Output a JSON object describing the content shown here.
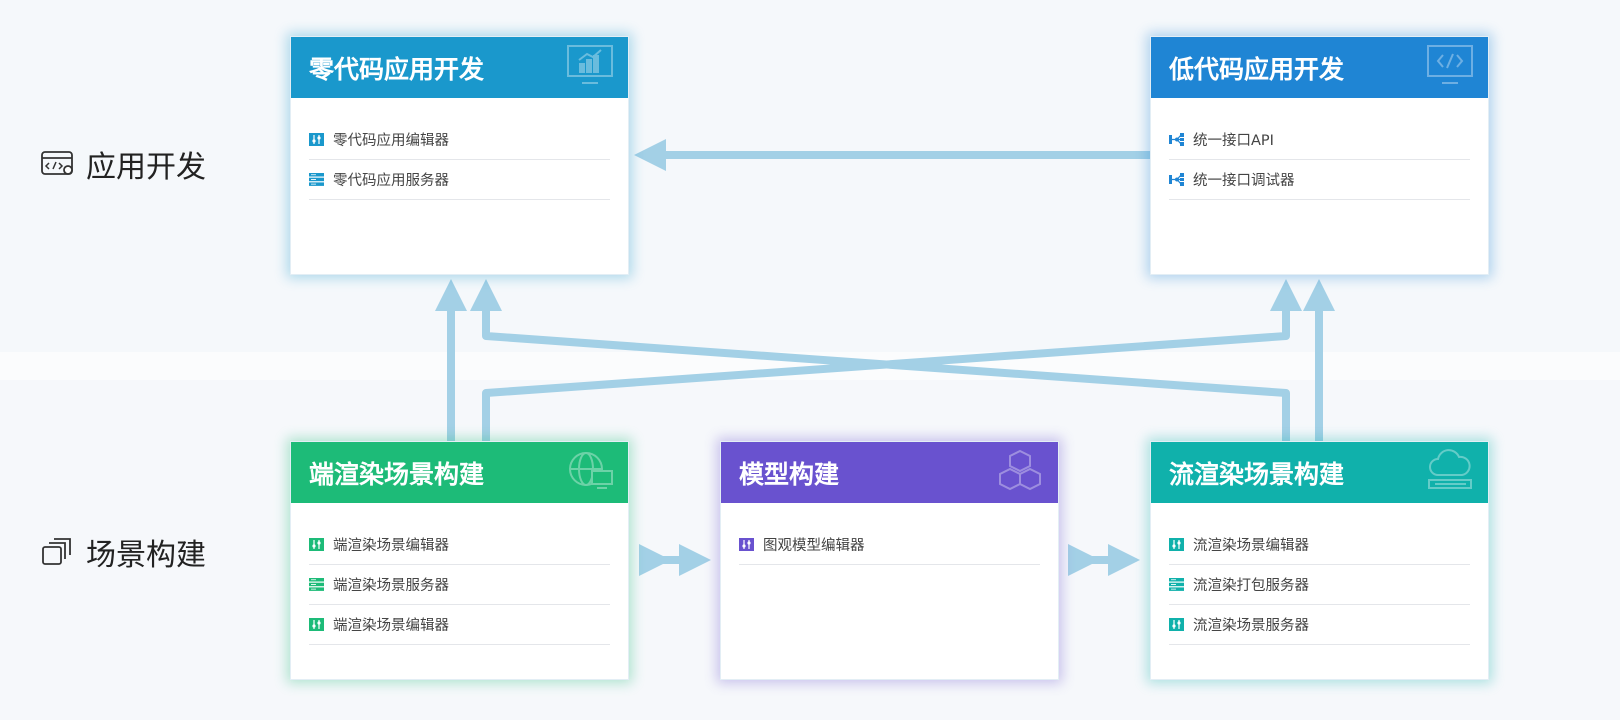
{
  "sections": [
    {
      "label": "应用开发",
      "icon": "code-settings-icon"
    },
    {
      "label": "场景构建",
      "icon": "layers-icon"
    }
  ],
  "cards": {
    "zero_code": {
      "title": "零代码应用开发",
      "color": "#1a98cc",
      "icon": "monitor-chart-icon",
      "items": [
        {
          "label": "零代码应用编辑器",
          "icon": "sliders-icon"
        },
        {
          "label": "零代码应用服务器",
          "icon": "server-icon"
        }
      ]
    },
    "low_code": {
      "title": "低代码应用开发",
      "color": "#1f85d4",
      "icon": "monitor-code-icon",
      "items": [
        {
          "label": "统一接口API",
          "icon": "share-icon"
        },
        {
          "label": "统一接口调试器",
          "icon": "share-icon"
        }
      ]
    },
    "client_render": {
      "title": "端渲染场景构建",
      "color": "#1dbb78",
      "icon": "globe-monitor-icon",
      "items": [
        {
          "label": "端渲染场景编辑器",
          "icon": "sliders-icon"
        },
        {
          "label": "端渲染场景服务器",
          "icon": "server-icon"
        },
        {
          "label": "端渲染场景编辑器",
          "icon": "sliders-icon"
        }
      ]
    },
    "model": {
      "title": "模型构建",
      "color": "#6952cf",
      "icon": "cubes-icon",
      "items": [
        {
          "label": "图观模型编辑器",
          "icon": "sliders-icon"
        }
      ]
    },
    "stream_render": {
      "title": "流渲染场景构建",
      "color": "#10b1ab",
      "icon": "cloud-server-icon",
      "items": [
        {
          "label": "流渲染场景编辑器",
          "icon": "sliders-icon"
        },
        {
          "label": "流渲染打包服务器",
          "icon": "server-icon"
        },
        {
          "label": "流渲染场景服务器",
          "icon": "sliders-icon"
        }
      ]
    }
  },
  "connector_color": "#a3d0e6"
}
